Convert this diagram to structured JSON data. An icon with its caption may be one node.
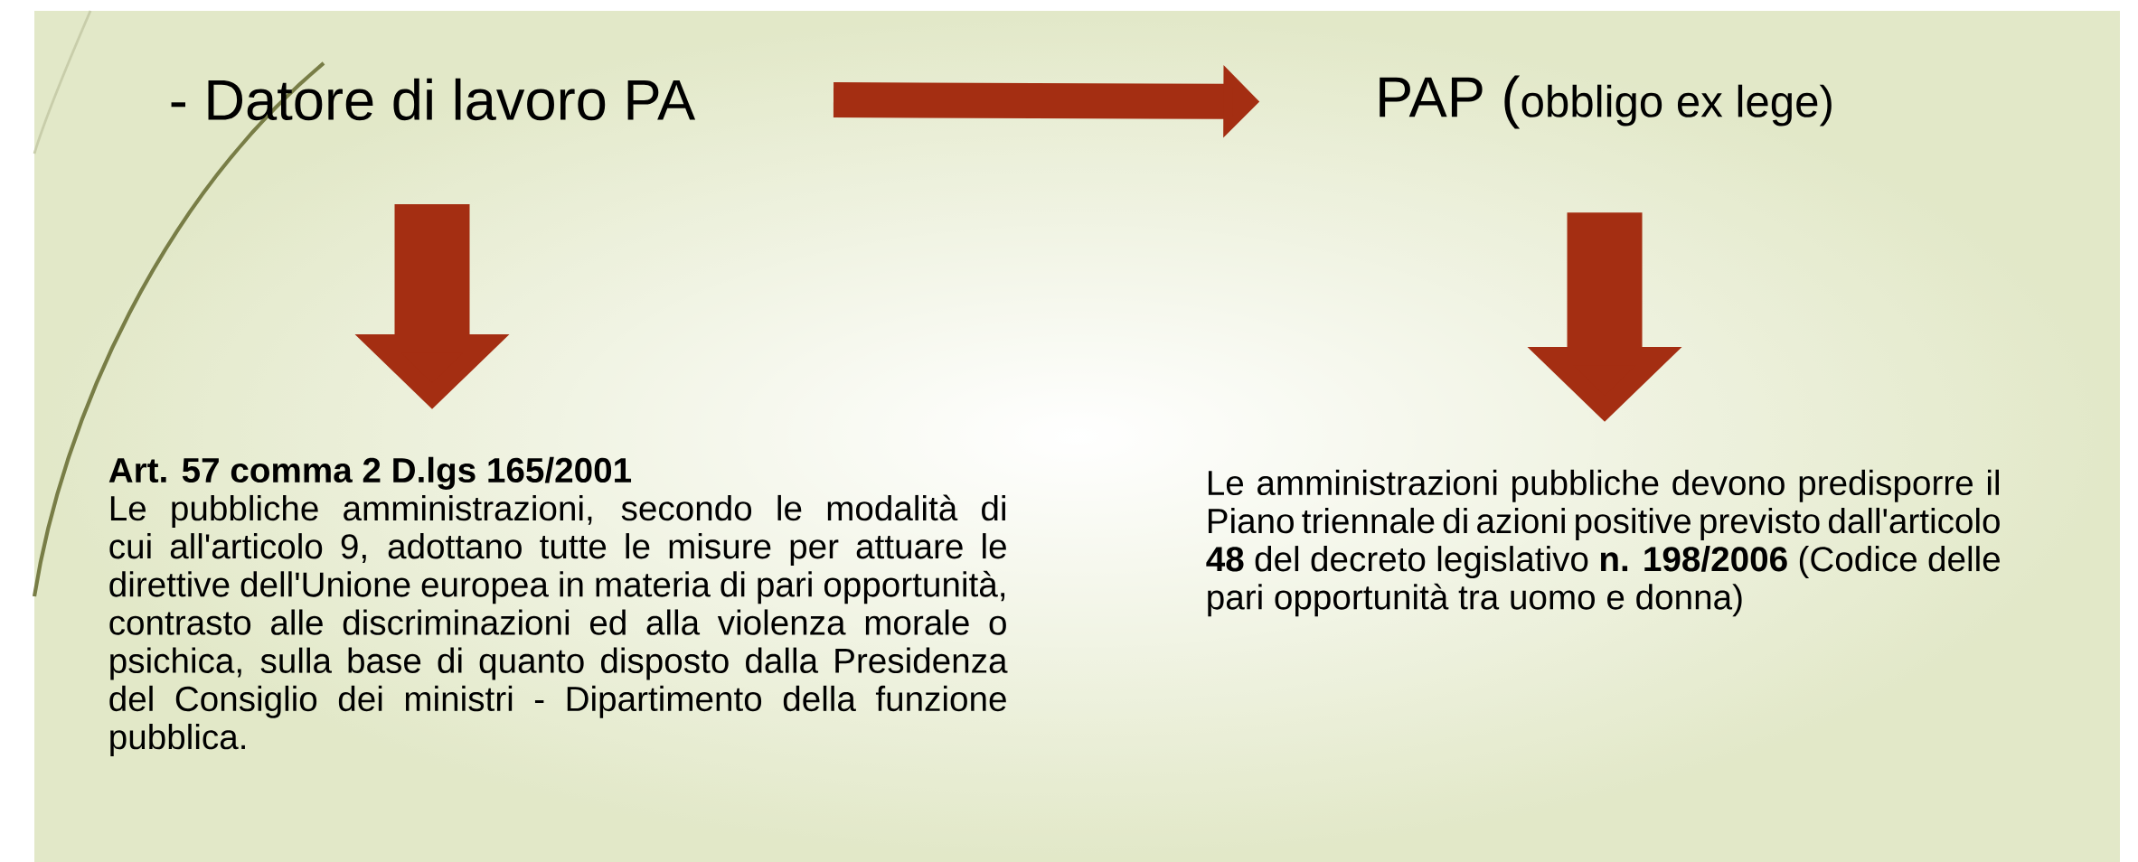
{
  "diagram": {
    "nodes": [
      {
        "text": [
          "- Datore di lavoro PA"
        ]
      },
      {
        "text": [
          "PAP (",
          "obbligo ex lege)"
        ]
      },
      {
        "text": [
          "Art. 57 comma 2 D.lgs 165/2001",
          "Le pubbliche amministrazioni, secondo le modalità di cui all'articolo 9, adottano tutte le misure per attuare le direttive dell'Unione europea in materia di pari opportunità, contrasto alle discriminazioni ed alla violenza morale o psichica, sulla base di quanto disposto dalla Presidenza del Consiglio dei ministri - Dipartimento della funzione pubblica."
        ]
      },
      {
        "text": [
          "Le amministrazioni pubbliche devono predisporre il Piano triennale di azioni positive previsto dall'articolo **48** del decreto legislativo **n. 198/2006** (Codice delle pari opportunità tra uomo e donna)"
        ]
      }
    ],
    "edges": [
      {
        "from": 0,
        "to": 1,
        "arrow": "to"
      },
      {
        "from": 0,
        "to": 2,
        "arrow": "to"
      },
      {
        "from": 1,
        "to": 3,
        "arrow": "to"
      }
    ]
  }
}
